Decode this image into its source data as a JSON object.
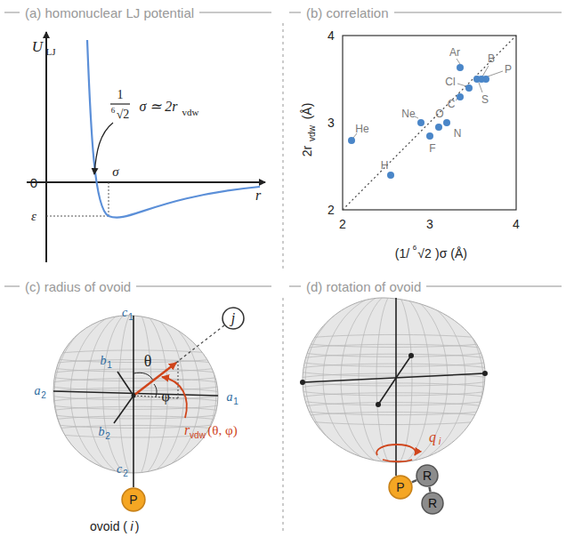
{
  "diagram": {
    "nodes": [
      {
        "text": [
          "j"
        ]
      },
      {
        "text": [
          "P"
        ]
      },
      {
        "text": [
          "P"
        ]
      },
      {
        "text": [
          "R"
        ]
      },
      {
        "text": [
          "R"
        ]
      }
    ],
    "edges": [
      {
        "from": 2,
        "to": 3,
        "arrow": "none"
      },
      {
        "from": 3,
        "to": 4,
        "arrow": "none"
      }
    ],
    "labels": [
      "(a) homonuclear LJ potential",
      "(b) correlation",
      "(c) radius of ovoid",
      "(d) rotation of ovoid",
      "U",
      "LJ",
      "1",
      "6",
      "√2",
      "σ ≃ 2r",
      "vdw",
      "0",
      "σ",
      "r",
      "ε",
      "4",
      "3",
      "2",
      "2",
      "3",
      "4",
      "2r",
      "vdw",
      "(Å)",
      "(1/",
      "6",
      "√2",
      ")σ (Å)",
      "He",
      "H",
      "Ne",
      "O",
      "F",
      "N",
      "Ar",
      "Cl",
      "C",
      "S",
      "B",
      "P",
      "c",
      "1",
      "b",
      "1",
      "a",
      "2",
      "a",
      "1",
      "b",
      "2",
      "c",
      "2",
      "θ",
      "φ",
      "r",
      "vdw",
      "(θ, φ)",
      "ovoid (",
      "i",
      ")",
      "q",
      "i"
    ]
  }
}
